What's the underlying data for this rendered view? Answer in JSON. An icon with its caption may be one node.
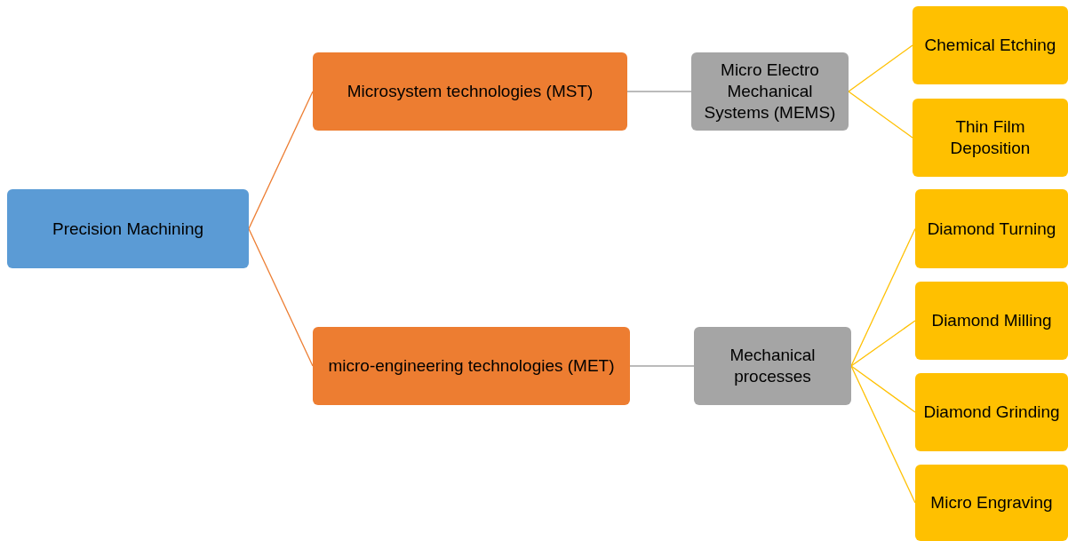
{
  "diagram": {
    "nodes": [
      {
        "text": [
          "Precision Machining"
        ]
      },
      {
        "text": [
          "Microsystem technologies (MST)"
        ]
      },
      {
        "text": [
          "micro-engineering technologies (MET)"
        ]
      },
      {
        "text": [
          "Micro Electro Mechanical Systems (MEMS)"
        ]
      },
      {
        "text": [
          "Mechanical processes"
        ]
      },
      {
        "text": [
          "Chemical Etching"
        ]
      },
      {
        "text": [
          "Thin Film Deposition"
        ]
      },
      {
        "text": [
          "Diamond Turning"
        ]
      },
      {
        "text": [
          "Diamond Milling"
        ]
      },
      {
        "text": [
          "Diamond Grinding"
        ]
      },
      {
        "text": [
          "Micro Engraving"
        ]
      }
    ],
    "edges": [
      {
        "from": 0,
        "to": 1,
        "arrow": "none",
        "color": "#ed7d31"
      },
      {
        "from": 0,
        "to": 2,
        "arrow": "none",
        "color": "#ed7d31"
      },
      {
        "from": 1,
        "to": 3,
        "arrow": "none",
        "color": "#a5a5a5"
      },
      {
        "from": 2,
        "to": 4,
        "arrow": "none",
        "color": "#a5a5a5"
      },
      {
        "from": 3,
        "to": 5,
        "arrow": "none"
      },
      {
        "from": 3,
        "to": 6,
        "arrow": "none"
      },
      {
        "from": 4,
        "to": 7,
        "arrow": "none"
      },
      {
        "from": 4,
        "to": 8,
        "arrow": "none"
      },
      {
        "from": 4,
        "to": 9,
        "arrow": "none"
      },
      {
        "from": 4,
        "to": 10,
        "arrow": "none"
      }
    ]
  }
}
